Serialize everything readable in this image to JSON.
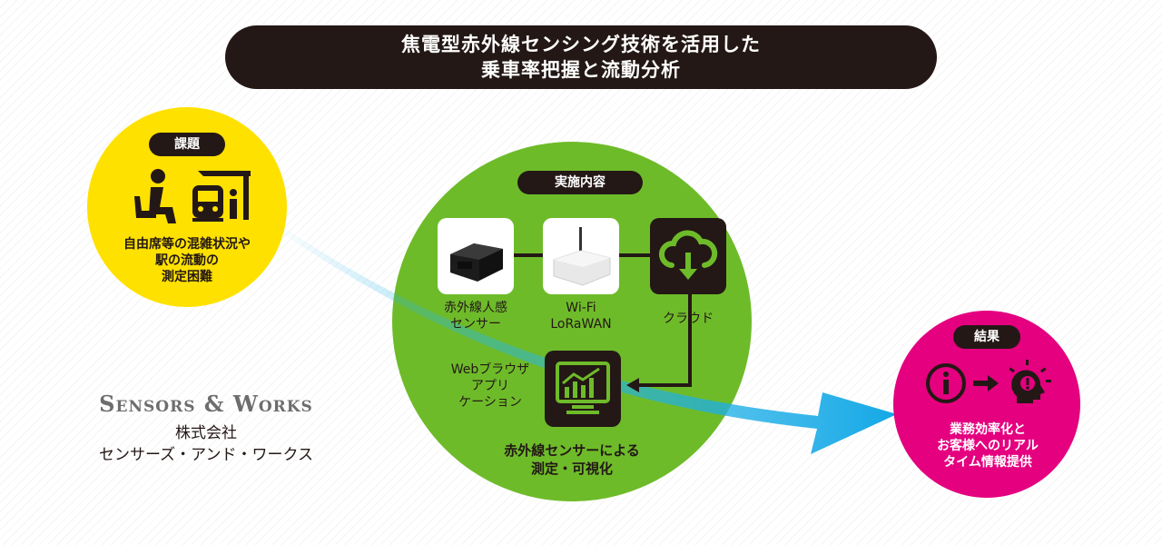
{
  "title": {
    "line1": "焦電型赤外線センシング技術を活用した",
    "line2": "乗車率把握と流動分析"
  },
  "issue": {
    "tag": "課題",
    "line1": "自由席等の混雑状況や",
    "line2": "駅の流動の",
    "line3": "測定困難",
    "icons": [
      "seated-person-icon",
      "train-platform-icon"
    ]
  },
  "implementation": {
    "tag": "実施内容",
    "sensor_label": {
      "line1": "赤外線人感",
      "line2": "センサー"
    },
    "gateway_label": {
      "line1": "Wi-Fi",
      "line2": "LoRaWAN"
    },
    "cloud_label": "クラウド",
    "browser_label": {
      "line1": "Webブラウザ",
      "line2": "アプリ",
      "line3": "ケーション"
    },
    "caption": {
      "line1": "赤外線センサーによる",
      "line2": "測定・可視化"
    },
    "icons": [
      "cloud-download-icon",
      "chart-monitor-icon"
    ]
  },
  "result": {
    "tag": "結果",
    "line1": "業務効率化と",
    "line2": "お客様へのリアル",
    "line3": "タイム情報提供",
    "icons": [
      "info-icon",
      "arrow-right-icon",
      "idea-head-icon"
    ]
  },
  "company": {
    "logo": "Sensors & Works",
    "name_line1": "株式会社",
    "name_line2": "センサーズ・アンド・ワークス"
  },
  "colors": {
    "dark": "#231815",
    "yellow": "#ffe100",
    "green": "#6ebb2a",
    "pink": "#e4007f",
    "arrow": "#29b6e8"
  }
}
